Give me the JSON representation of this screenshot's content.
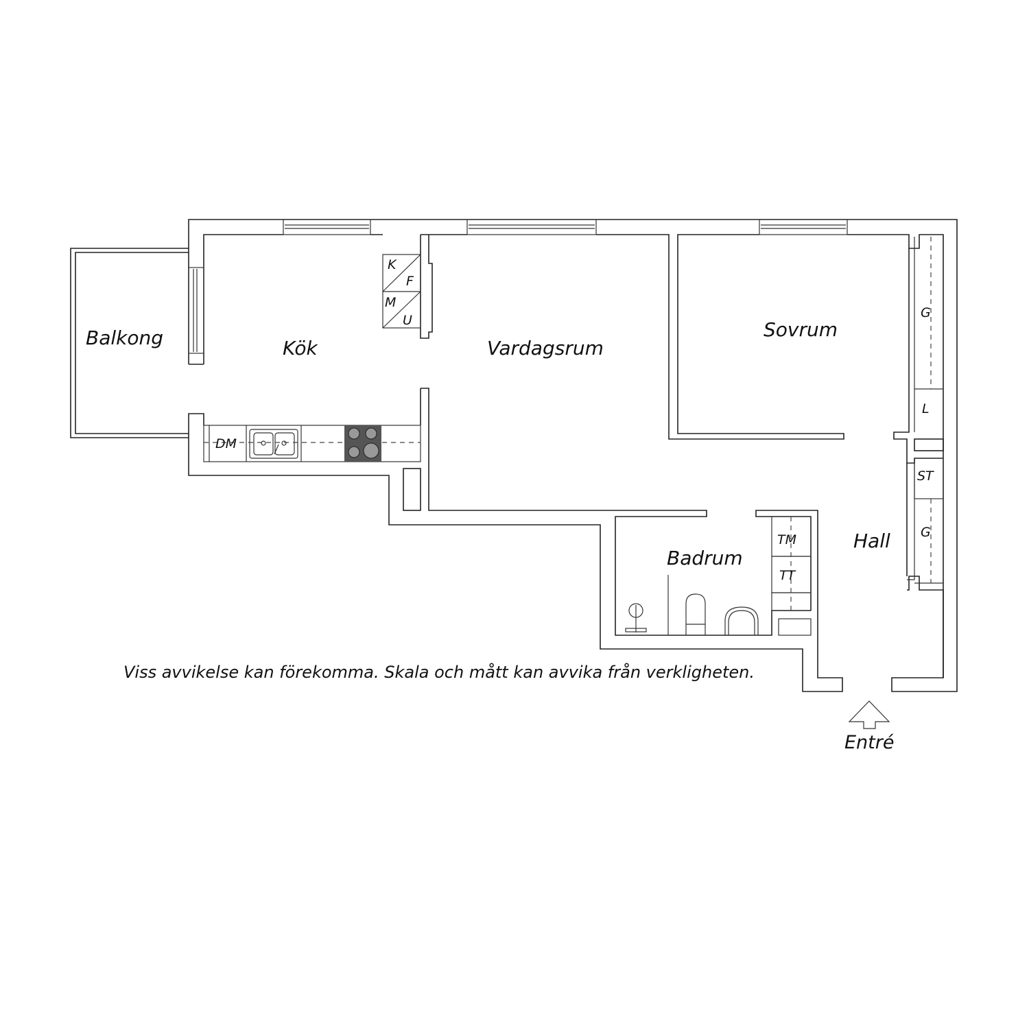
{
  "rooms": {
    "balkong": "Balkong",
    "kok": "Kök",
    "vardagsrum": "Vardagsrum",
    "sovrum": "Sovrum",
    "badrum": "Badrum",
    "hall": "Hall"
  },
  "fixtures": {
    "k": "K",
    "f": "F",
    "m": "M",
    "u": "U",
    "dm": "DM",
    "g1": "G",
    "l": "L",
    "st": "ST",
    "g2": "G",
    "tm": "TM",
    "tt": "TT"
  },
  "disclaimer": "Viss avvikelse kan förekomma. Skala och mått kan avvika från verkligheten.",
  "entrance": "Entré",
  "colors": {
    "line": "#222222",
    "stove": "#555555",
    "burner": "#999999"
  }
}
